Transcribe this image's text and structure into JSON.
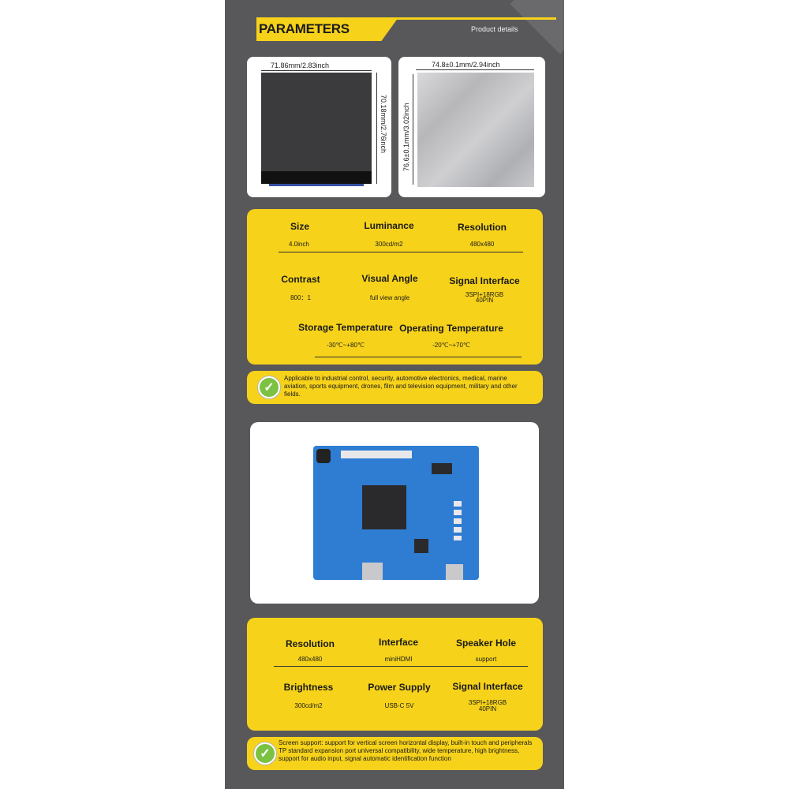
{
  "header": {
    "title": "PARAMETERS",
    "subtitle": "Product details"
  },
  "images": {
    "screen_width": "71.86mm/2.83inch",
    "screen_height": "70.18mm/2.76inch",
    "metal_width": "74.8±0.1mm/2.94inch",
    "metal_height": "76.6±0.1mm/3.02inch"
  },
  "screen_specs": [
    {
      "label": "Size",
      "value": "4.0inch"
    },
    {
      "label": "Luminance",
      "value": "300cd/m2"
    },
    {
      "label": "Resolution",
      "value": "480x480"
    },
    {
      "label": "Contrast",
      "value": "800：1"
    },
    {
      "label": "Visual Angle",
      "value": "full view angle"
    },
    {
      "label": "Signal Interface",
      "value": "3SPI+18RGB",
      "value2": "40PIN"
    },
    {
      "label": "Storage Temperature",
      "value": "-30℃~+80℃"
    },
    {
      "label": "Operating Temperature",
      "value": "-20℃~+70℃"
    }
  ],
  "note1": "Applicable to industrial control, security, automotive electronics, medical, marine aviation, sports equipment, drones, film and television equipment, military and other fields.",
  "board_specs": [
    {
      "label": "Resolution",
      "value": "480x480"
    },
    {
      "label": "Interface",
      "value": "miniHDMI"
    },
    {
      "label": "Speaker Hole",
      "value": "support"
    },
    {
      "label": "Brightness",
      "value": "300cd/m2"
    },
    {
      "label": "Power Supply",
      "value": "USB-C 5V"
    },
    {
      "label": "Signal Interface",
      "value": "3SPI+18RGB",
      "value2": "40PIN"
    }
  ],
  "note2": "Screen support: support for vertical screen horizontal display, built-in touch and peripherals TP standard expansion port universal compatibility, wide temperature, high brightness, support for audio input, signal automatic identification function",
  "colors": {
    "panel": "#58585a",
    "yellow": "#f6d21a",
    "check": "#7cc242",
    "board": "#2f7dd3"
  }
}
